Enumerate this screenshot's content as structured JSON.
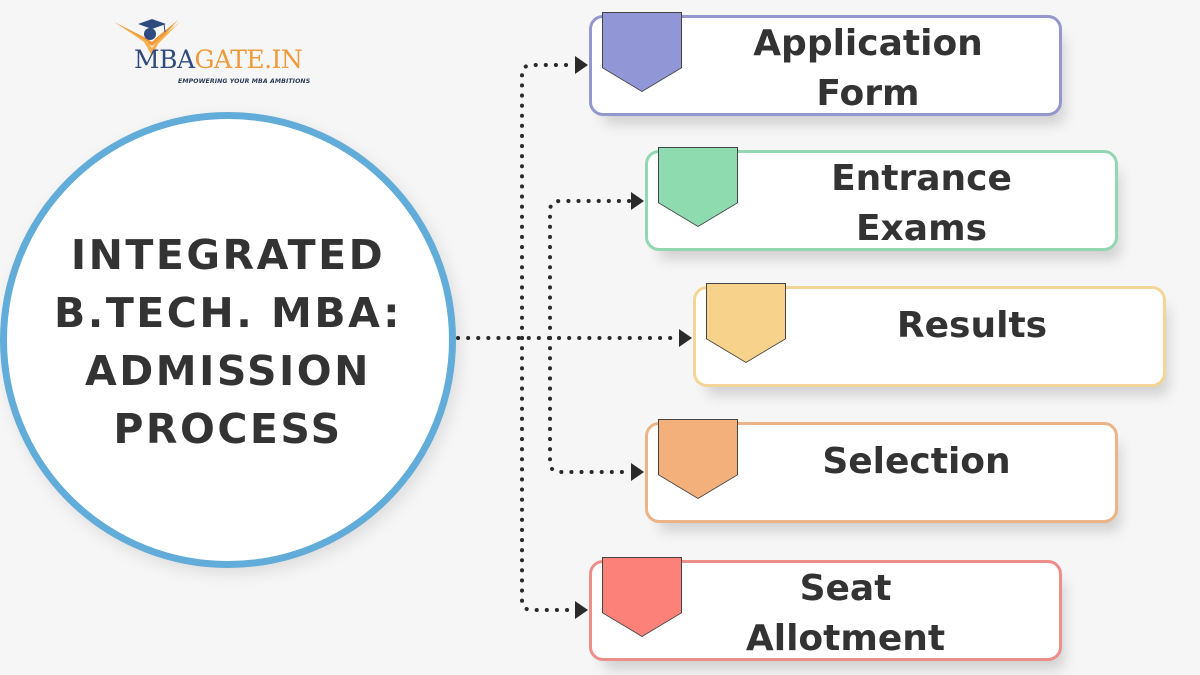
{
  "logo": {
    "brand_part1": "MBA",
    "brand_part2": "GATE.IN",
    "tagline": "EMPOWERING YOUR MBA AMBITIONS",
    "colors": {
      "navy": "#2f4a7e",
      "orange": "#ef9a3a"
    }
  },
  "hub": {
    "title_lines": [
      "INTEGRATED",
      "B.TECH. MBA:",
      "ADMISSION",
      "PROCESS"
    ],
    "border_color": "#62acd9"
  },
  "connector_color": "#2a2a2a",
  "steps": [
    {
      "label_lines": [
        "Application",
        "Form"
      ],
      "color": "#9397ce",
      "badge_color": "#9196d6"
    },
    {
      "label_lines": [
        "Entrance",
        "Exams"
      ],
      "color": "#93d7b2",
      "badge_color": "#8edbb0"
    },
    {
      "label_lines": [
        "Results"
      ],
      "color": "#f4d598",
      "badge_color": "#f7d28a"
    },
    {
      "label_lines": [
        "Selection"
      ],
      "color": "#ecb486",
      "badge_color": "#f4b07a"
    },
    {
      "label_lines": [
        "Seat",
        "Allotment"
      ],
      "color": "#ec8f8b",
      "badge_color": "#fc8279"
    }
  ]
}
